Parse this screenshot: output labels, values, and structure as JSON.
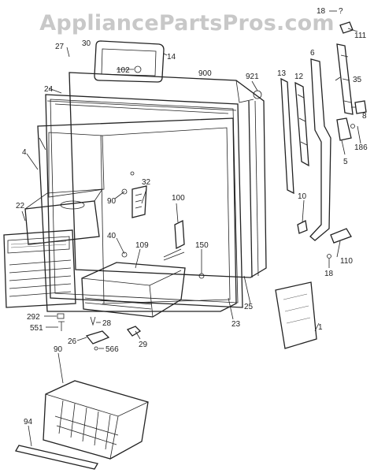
{
  "watermark": "AppliancePartsPros.com",
  "labels": {
    "l18a": "18",
    "lq": "?",
    "l111": "111",
    "l30": "30",
    "l27": "27",
    "l14": "14",
    "l102": "102",
    "l900": "900",
    "l921": "921",
    "l13": "13",
    "l12": "12",
    "l6": "6",
    "l35": "35",
    "l8": "8",
    "l24": "24",
    "l186": "186",
    "l5": "5",
    "l4": "4",
    "l90a": "90",
    "l32": "32",
    "l100": "100",
    "l22": "22",
    "l10a": "10",
    "l40": "40",
    "l109": "109",
    "l150": "150",
    "l110": "110",
    "l18b": "18",
    "l25": "25",
    "l23": "23",
    "l292": "292",
    "l28": "28",
    "l551": "551",
    "l1": "1",
    "l26": "26",
    "l566": "566",
    "l29": "29",
    "l90b": "90",
    "l94": "94"
  }
}
